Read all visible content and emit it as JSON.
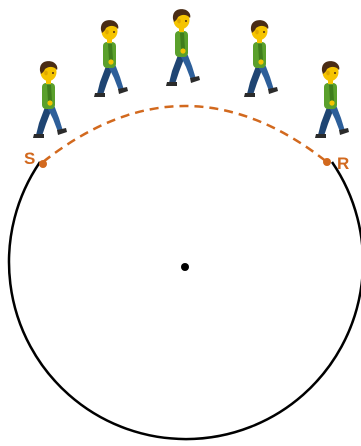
{
  "diagram": {
    "labels": {
      "start": "S",
      "end": "R"
    },
    "figure_icon": "walking-person-icon",
    "figure_count": 5,
    "colors": {
      "circle": "#000000",
      "path": "#d2691e",
      "label": "#d2691e",
      "center": "#000000",
      "shirt": "#5aa02c",
      "shirt_dark": "#3f7d1c",
      "pants": "#2d5f9a",
      "pants_dark": "#1f4573",
      "skin": "#f5c400",
      "skin_shade": "#e0a800",
      "hair": "#4a2c14",
      "shoe": "#2b2b2b"
    }
  }
}
